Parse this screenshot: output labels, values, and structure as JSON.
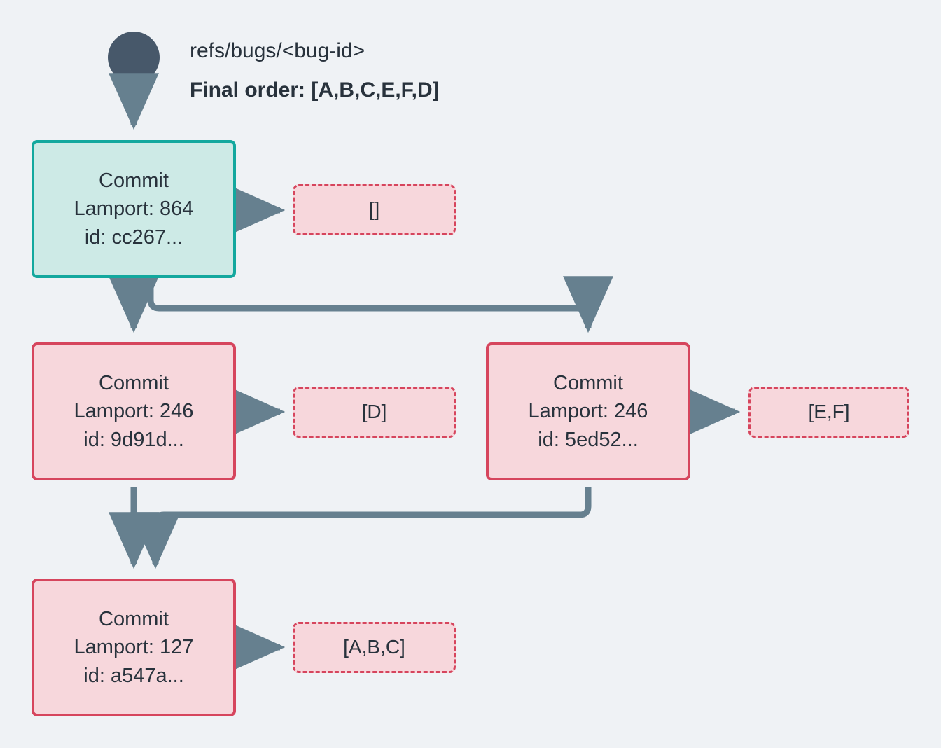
{
  "diagram": {
    "type": "commit-dag",
    "background_color": "#eff2f5",
    "root": {
      "icon": "filled-circle",
      "color": "#47586a",
      "ref_label": "refs/bugs/<bug-id>",
      "final_order_label": "Final order: [A,B,C,E,F,D]"
    },
    "colors": {
      "head_border": "#13a89e",
      "head_fill": "#cdeae6",
      "commit_border": "#d6455d",
      "commit_fill": "#f7d7dc",
      "op_border": "#d6455d",
      "op_fill": "#f7d7dc",
      "edge": "#66808f",
      "text": "#28323c"
    },
    "commits": [
      {
        "id": "cc267",
        "title": "Commit",
        "lamport_label": "Lamport: 864",
        "lamport": 864,
        "id_label": "id: cc267...",
        "style": "head",
        "operations_label": "[]",
        "operations": []
      },
      {
        "id": "9d91d",
        "title": "Commit",
        "lamport_label": "Lamport: 246",
        "lamport": 246,
        "id_label": "id: 9d91d...",
        "style": "commit",
        "operations_label": "[D]",
        "operations": [
          "D"
        ]
      },
      {
        "id": "5ed52",
        "title": "Commit",
        "lamport_label": "Lamport: 246",
        "lamport": 246,
        "id_label": "id: 5ed52...",
        "style": "commit",
        "operations_label": "[E,F]",
        "operations": [
          "E",
          "F"
        ]
      },
      {
        "id": "a547a",
        "title": "Commit",
        "lamport_label": "Lamport: 127",
        "lamport": 127,
        "id_label": "id: a547a...",
        "style": "commit",
        "operations_label": "[A,B,C]",
        "operations": [
          "A",
          "B",
          "C"
        ]
      }
    ],
    "edges": [
      {
        "from": "root",
        "to": "cc267",
        "shape": "straight"
      },
      {
        "from": "cc267",
        "to": "9d91d",
        "shape": "straight"
      },
      {
        "from": "cc267",
        "to": "5ed52",
        "shape": "elbow-right"
      },
      {
        "from": "cc267",
        "to": "ops-cc267",
        "shape": "horizontal"
      },
      {
        "from": "9d91d",
        "to": "a547a",
        "shape": "straight"
      },
      {
        "from": "5ed52",
        "to": "a547a",
        "shape": "elbow-left"
      },
      {
        "from": "9d91d",
        "to": "ops-9d91d",
        "shape": "horizontal"
      },
      {
        "from": "5ed52",
        "to": "ops-5ed52",
        "shape": "horizontal"
      },
      {
        "from": "a547a",
        "to": "ops-a547a",
        "shape": "horizontal"
      }
    ]
  }
}
